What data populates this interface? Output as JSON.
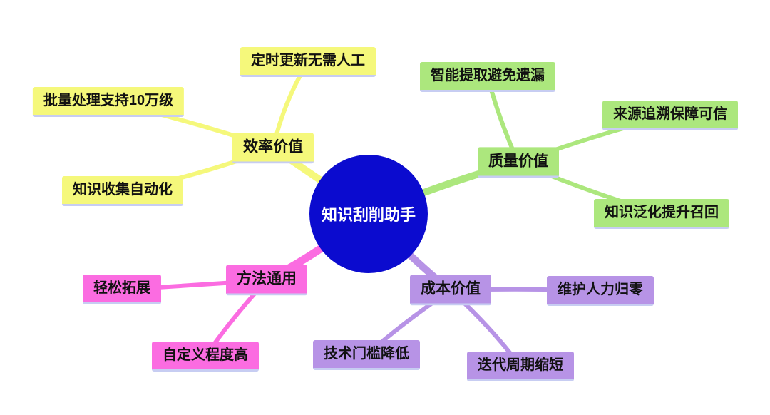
{
  "center": {
    "label": "知识刮削助手"
  },
  "branches": [
    {
      "id": "efficiency",
      "label": "效率价值",
      "children": [
        "定时更新无需人工",
        "批量处理支持10万级",
        "知识收集自动化"
      ]
    },
    {
      "id": "quality",
      "label": "质量价值",
      "children": [
        "智能提取避免遗漏",
        "来源追溯保障可信",
        "知识泛化提升召回"
      ]
    },
    {
      "id": "method",
      "label": "方法通用",
      "children": [
        "轻松拓展",
        "自定义程度高"
      ]
    },
    {
      "id": "cost",
      "label": "成本价值",
      "children": [
        "维护人力归零",
        "技术门槛降低",
        "迭代周期缩短"
      ]
    }
  ],
  "colors": {
    "background": "#ffffff",
    "efficiency": "#f5f87b",
    "quality": "#ace77d",
    "method": "#fb6ce1",
    "cost": "#b793e6",
    "center_bg": "#0b0bcf",
    "node_text": "#111111",
    "underline": "#c7cdf2"
  }
}
